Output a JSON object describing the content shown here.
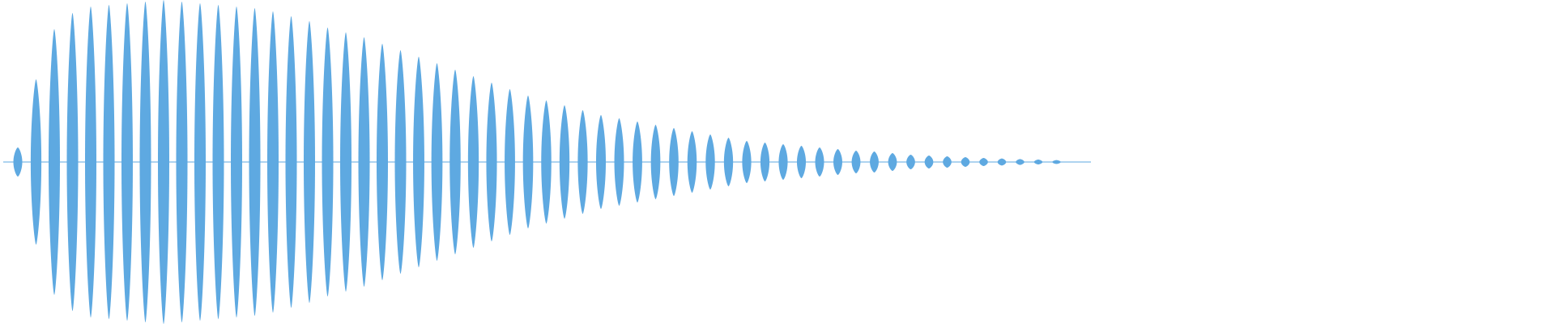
{
  "waveform": {
    "color": "#5ea9e1",
    "background": "#ffffff",
    "lobe_amplitudes": [
      0.09,
      0.51,
      0.82,
      0.92,
      0.96,
      0.97,
      0.98,
      0.99,
      1.0,
      0.99,
      0.98,
      0.97,
      0.96,
      0.95,
      0.93,
      0.9,
      0.87,
      0.83,
      0.8,
      0.77,
      0.73,
      0.69,
      0.65,
      0.61,
      0.57,
      0.53,
      0.49,
      0.45,
      0.41,
      0.38,
      0.35,
      0.32,
      0.29,
      0.27,
      0.25,
      0.23,
      0.21,
      0.19,
      0.17,
      0.15,
      0.13,
      0.12,
      0.11,
      0.1,
      0.09,
      0.08,
      0.07,
      0.065,
      0.055,
      0.045,
      0.04,
      0.035,
      0.03,
      0.025,
      0.022,
      0.018,
      0.015,
      0.012
    ]
  }
}
